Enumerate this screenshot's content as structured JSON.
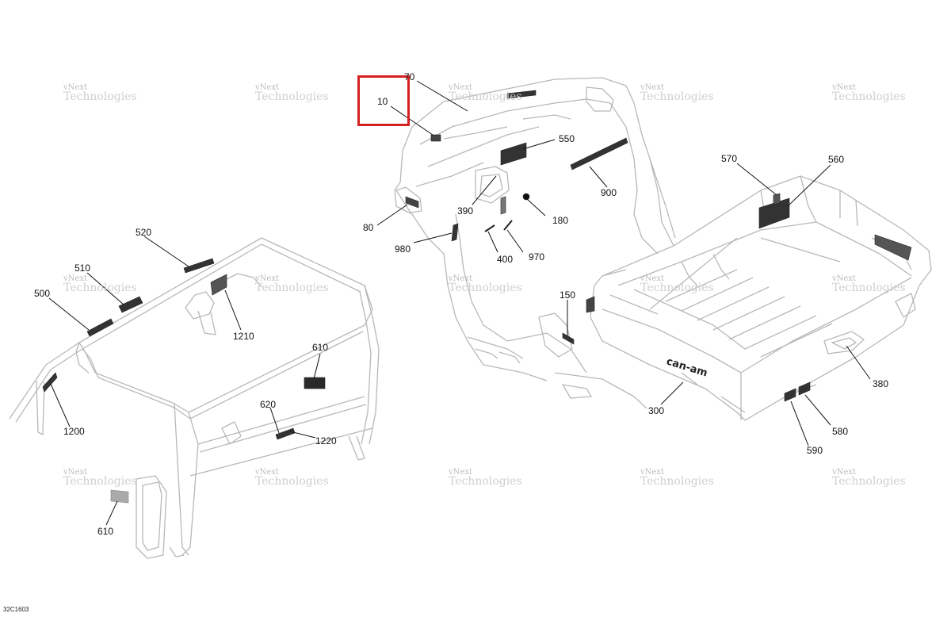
{
  "figure_id": "32C1603",
  "watermark": {
    "line1": "vNext",
    "line2": "Technologies"
  },
  "decal_brand": "can-am",
  "highlight_color": "#d42020",
  "selected_callout": "10",
  "callouts": {
    "c10": "10",
    "c70": "70",
    "c80": "80",
    "c150": "150",
    "c180": "180",
    "c300": "300",
    "c380": "380",
    "c390": "390",
    "c400": "400",
    "c500": "500",
    "c510": "510",
    "c520": "520",
    "c550": "550",
    "c560": "560",
    "c570": "570",
    "c580": "580",
    "c590": "590",
    "c610a": "610",
    "c610b": "610",
    "c620": "620",
    "c900": "900",
    "c970": "970",
    "c980": "980",
    "c1200": "1200",
    "c1210": "1210",
    "c1220": "1220"
  }
}
